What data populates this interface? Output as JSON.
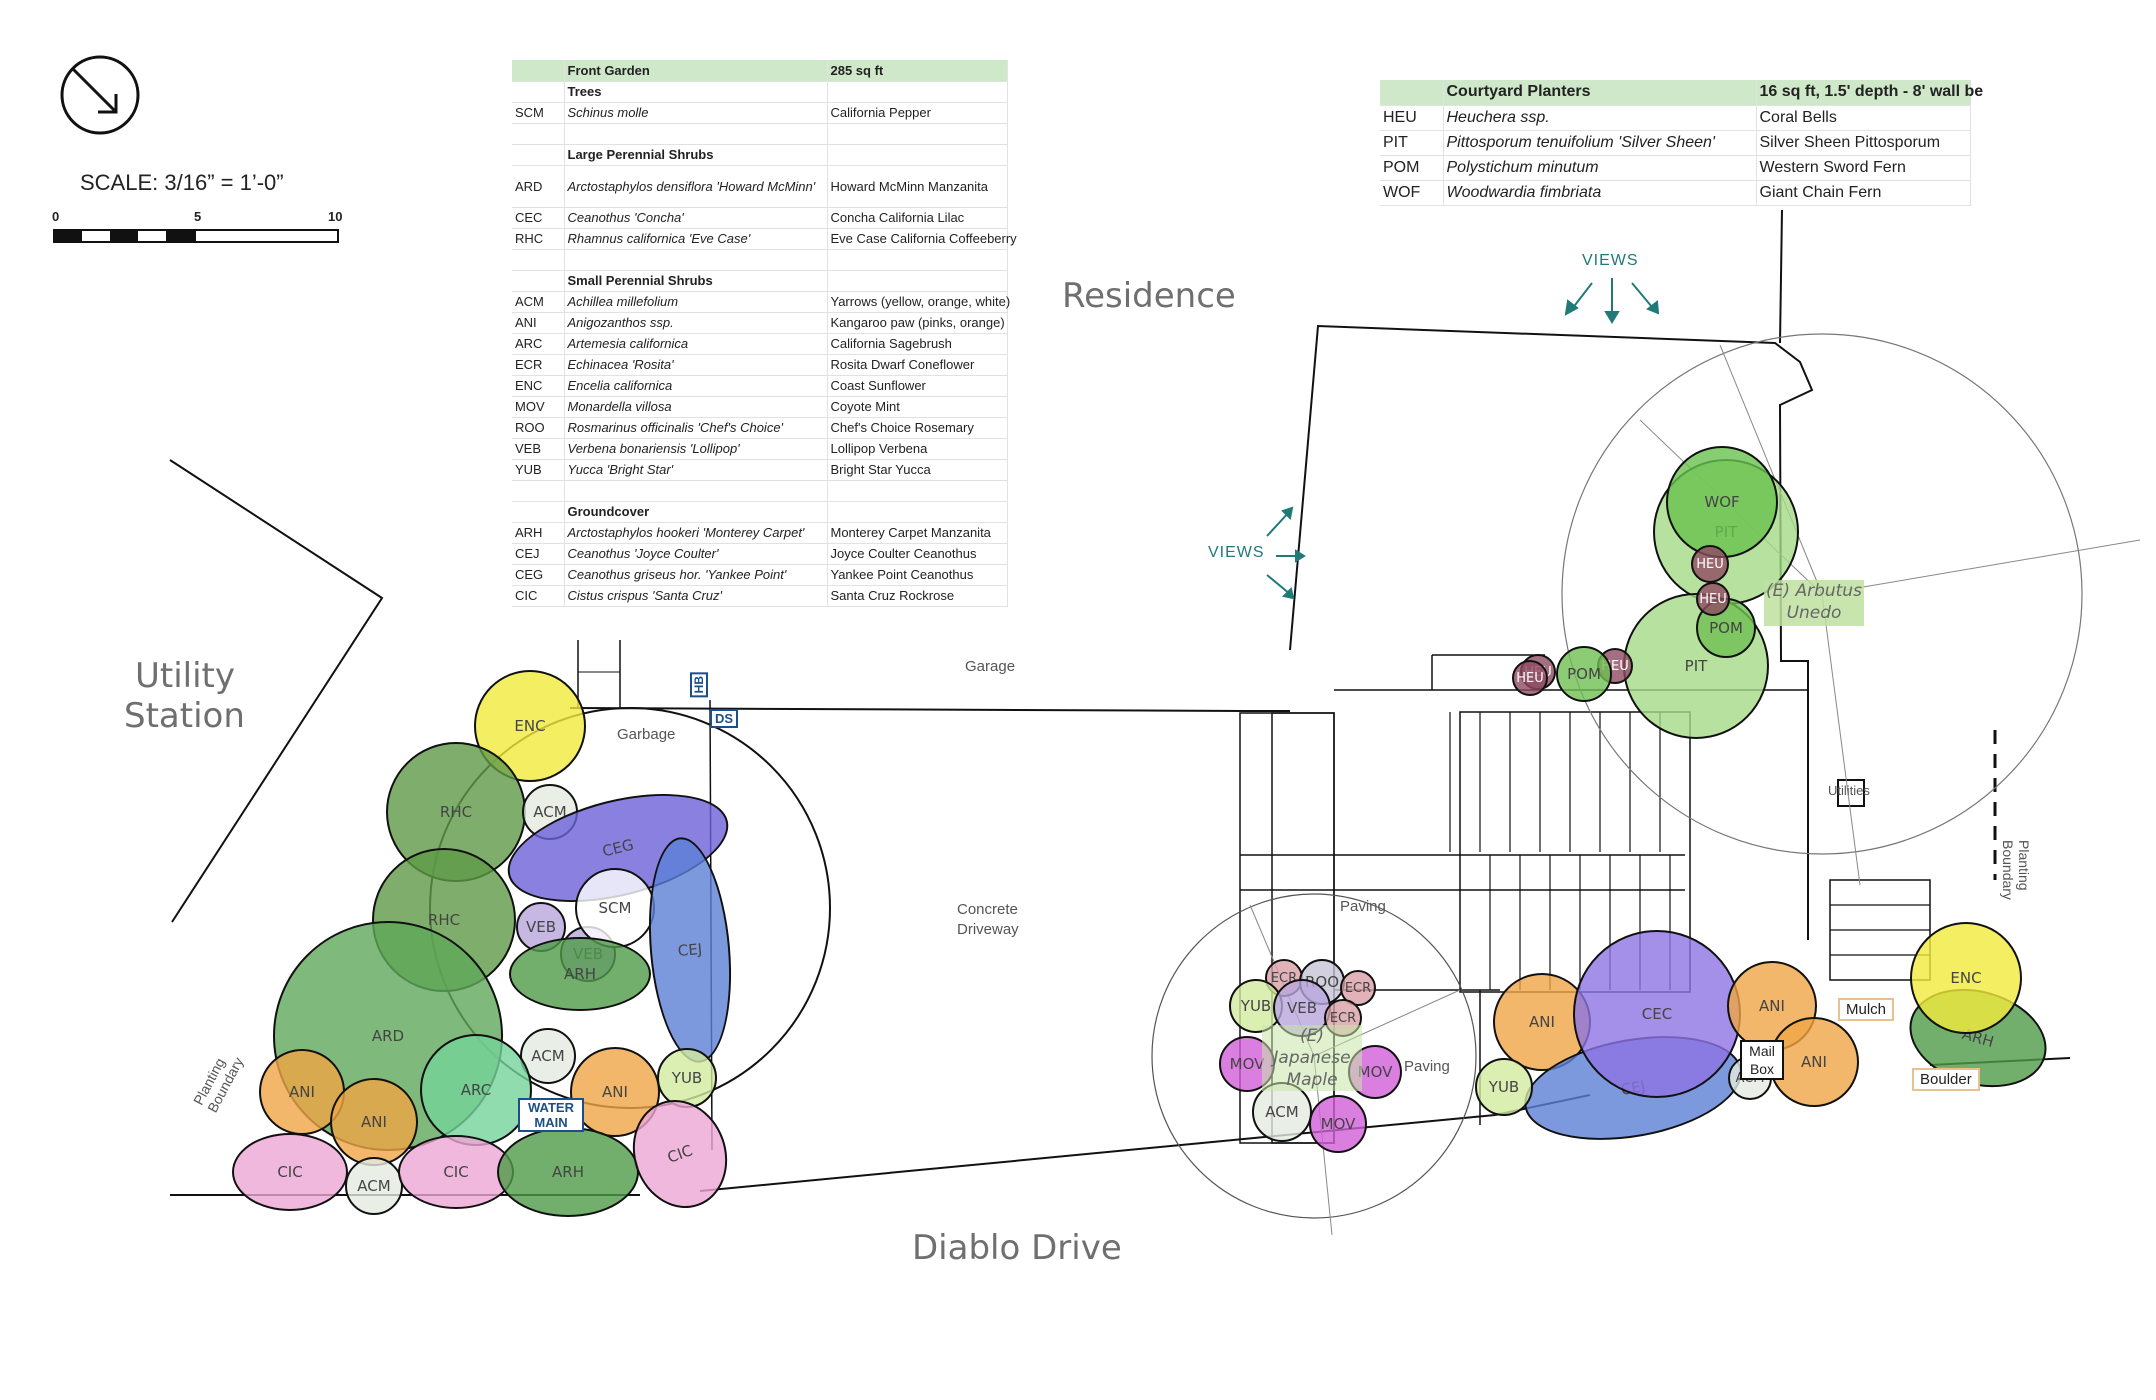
{
  "scale": {
    "label": "SCALE: 3/16” = 1’-0”",
    "ticks": [
      "0",
      "5",
      "10"
    ]
  },
  "areas": {
    "residence": "Residence",
    "utility_station_line1": "Utility",
    "utility_station_line2": "Station",
    "street": "Diablo Drive",
    "garage": "Garage",
    "garbage": "Garbage",
    "driveway_line1": "Concrete",
    "driveway_line2": "Driveway",
    "paving_top": "Paving",
    "paving_right": "Paving",
    "utilities": "Utilities",
    "planting_boundary_left": "Planting Boundary",
    "planting_boundary_right": "Planting Boundary"
  },
  "callouts": {
    "hb": "HB",
    "ds": "DS",
    "water_main_line1": "WATER",
    "water_main_line2": "MAIN",
    "mail_box_line1": "Mail",
    "mail_box_line2": "Box",
    "mulch": "Mulch",
    "boulder": "Boulder"
  },
  "views": {
    "top": "VIEWS",
    "left": "VIEWS"
  },
  "trees": {
    "arbutus_line1": "(E) Arbutus",
    "arbutus_line2": "Unedo",
    "maple_line1": "(E)",
    "maple_line2": "Japanese",
    "maple_line3": "Maple"
  },
  "front_garden_table": {
    "title": "Front Garden",
    "area": "285 sq ft",
    "sections": [
      {
        "name": "Trees",
        "rows": [
          {
            "code": "SCM",
            "sci": "Schinus molle",
            "common": "California Pepper"
          }
        ]
      },
      {
        "name": "Large Perennial Shrubs",
        "rows": [
          {
            "code": "ARD",
            "sci": "Arctostaphylos densiflora 'Howard McMinn'",
            "common": "Howard McMinn Manzanita"
          },
          {
            "code": "CEC",
            "sci": "Ceanothus 'Concha'",
            "common": "Concha California Lilac"
          },
          {
            "code": "RHC",
            "sci": "Rhamnus californica 'Eve Case'",
            "common": "Eve Case California Coffeeberry"
          }
        ]
      },
      {
        "name": "Small Perennial Shrubs",
        "rows": [
          {
            "code": "ACM",
            "sci": "Achillea millefolium",
            "common": "Yarrows (yellow, orange, white)"
          },
          {
            "code": "ANI",
            "sci": "Anigozanthos ssp.",
            "common": "Kangaroo paw (pinks, orange)"
          },
          {
            "code": "ARC",
            "sci": "Artemesia californica",
            "common": "California Sagebrush"
          },
          {
            "code": "ECR",
            "sci": "Echinacea 'Rosita'",
            "common": "Rosita Dwarf Coneflower"
          },
          {
            "code": "ENC",
            "sci": "Encelia californica",
            "common": "Coast Sunflower"
          },
          {
            "code": "MOV",
            "sci": "Monardella villosa",
            "common": "Coyote Mint"
          },
          {
            "code": "ROO",
            "sci": "Rosmarinus officinalis 'Chef's Choice'",
            "common": "Chef's Choice Rosemary"
          },
          {
            "code": "VEB",
            "sci": "Verbena bonariensis 'Lollipop'",
            "common": "Lollipop Verbena"
          },
          {
            "code": "YUB",
            "sci": "Yucca 'Bright Star'",
            "common": "Bright Star Yucca"
          }
        ]
      },
      {
        "name": "Groundcover",
        "rows": [
          {
            "code": "ARH",
            "sci": "Arctostaphylos hookeri 'Monterey Carpet'",
            "common": "Monterey Carpet Manzanita"
          },
          {
            "code": "CEJ",
            "sci": "Ceanothus 'Joyce Coulter'",
            "common": "Joyce Coulter Ceanothus"
          },
          {
            "code": "CEG",
            "sci": "Ceanothus griseus hor. 'Yankee Point'",
            "common": "Yankee Point Ceanothus"
          },
          {
            "code": "CIC",
            "sci": "Cistus crispus 'Santa Cruz'",
            "common": "Santa Cruz Rockrose"
          }
        ]
      }
    ]
  },
  "courtyard_table": {
    "title": "Courtyard Planters",
    "area": "16 sq ft, 1.5' depth - 8' wall be",
    "rows": [
      {
        "code": "HEU",
        "sci": "Heuchera ssp.",
        "common": "Coral Bells"
      },
      {
        "code": "PIT",
        "sci": "Pittosporum tenuifolium 'Silver Sheen'",
        "common": "Silver Sheen Pittosporum"
      },
      {
        "code": "POM",
        "sci": "Polystichum minutum",
        "common": "Western Sword Fern"
      },
      {
        "code": "WOF",
        "sci": "Woodwardia fimbriata",
        "common": "Giant Chain Fern"
      }
    ]
  },
  "plant_colors": {
    "ENC": "#f1ea3c",
    "RHC": "#5f9a47",
    "ACM": "#e4ebe1",
    "CEG": "#6b60d8",
    "CEJ": "#5b7fd6",
    "SCM": "#ffffff",
    "VEB": "#b8a6dc",
    "ARH": "#4f9b49",
    "ARD": "#5fa85a",
    "ARC": "#74d39a",
    "ANI": "#efa545",
    "YUB": "#d3eba0",
    "CIC": "#eea6d6",
    "ECR": "#d9a0a8",
    "ROO": "#c7c4d6",
    "MOV": "#d15ed8",
    "CEC": "#8d73e3",
    "WOF": "#68c24d",
    "PIT": "#a5d987",
    "HEU": "#8e4a62",
    "POM": "#6fbf52"
  },
  "plants": [
    {
      "code": "ENC",
      "label": "ENC"
    },
    {
      "code": "RHC",
      "label": "RHC"
    },
    {
      "code": "ACM",
      "label": "ACM"
    },
    {
      "code": "CEG",
      "label": "CEG"
    },
    {
      "code": "RHC",
      "label": "RHC"
    },
    {
      "code": "VEB",
      "label": "VEB"
    },
    {
      "code": "VEB",
      "label": "VEB"
    },
    {
      "code": "SCM",
      "label": "SCM"
    },
    {
      "code": "CEJ",
      "label": "CEJ"
    },
    {
      "code": "ARH",
      "label": "ARH"
    },
    {
      "code": "ARD",
      "label": "ARD"
    },
    {
      "code": "ACM",
      "label": "ACM"
    },
    {
      "code": "ARC",
      "label": "ARC"
    },
    {
      "code": "ANI",
      "label": "ANI"
    },
    {
      "code": "ANI",
      "label": "ANI"
    },
    {
      "code": "ANI",
      "label": "ANI"
    },
    {
      "code": "YUB",
      "label": "YUB"
    },
    {
      "code": "CIC",
      "label": "CIC"
    },
    {
      "code": "ACM",
      "label": "ACM"
    },
    {
      "code": "CIC",
      "label": "CIC"
    },
    {
      "code": "ARH",
      "label": "ARH"
    },
    {
      "code": "CIC",
      "label": "CIC"
    },
    {
      "code": "ECR",
      "label": "ECR"
    },
    {
      "code": "ROO",
      "label": "ROO"
    },
    {
      "code": "ECR",
      "label": "ECR"
    },
    {
      "code": "YUB",
      "label": "YUB"
    },
    {
      "code": "VEB",
      "label": "VEB"
    },
    {
      "code": "ECR",
      "label": "ECR"
    },
    {
      "code": "MOV",
      "label": "MOV"
    },
    {
      "code": "MOV",
      "label": "MOV"
    },
    {
      "code": "ACM",
      "label": "ACM"
    },
    {
      "code": "MOV",
      "label": "MOV"
    },
    {
      "code": "ANI",
      "label": "ANI"
    },
    {
      "code": "CEJ",
      "label": "CEJ"
    },
    {
      "code": "CEC",
      "label": "CEC"
    },
    {
      "code": "ANI",
      "label": "ANI"
    },
    {
      "code": "ANI",
      "label": "ANI"
    },
    {
      "code": "YUB",
      "label": "YUB"
    },
    {
      "code": "ACM",
      "label": "ACM"
    },
    {
      "code": "ARH",
      "label": "ARH"
    },
    {
      "code": "ENC",
      "label": "ENC"
    },
    {
      "code": "PIT",
      "label": "PIT"
    },
    {
      "code": "WOF",
      "label": "WOF"
    },
    {
      "code": "PIT",
      "label": "PIT"
    },
    {
      "code": "POM",
      "label": "POM"
    },
    {
      "code": "HEU",
      "label": "HEU"
    },
    {
      "code": "HEU",
      "label": "HEU"
    },
    {
      "code": "HEU",
      "label": "HEU"
    },
    {
      "code": "HEU",
      "label": "HEU"
    },
    {
      "code": "POM",
      "label": "POM"
    },
    {
      "code": "HEU",
      "label": "HEU"
    }
  ]
}
